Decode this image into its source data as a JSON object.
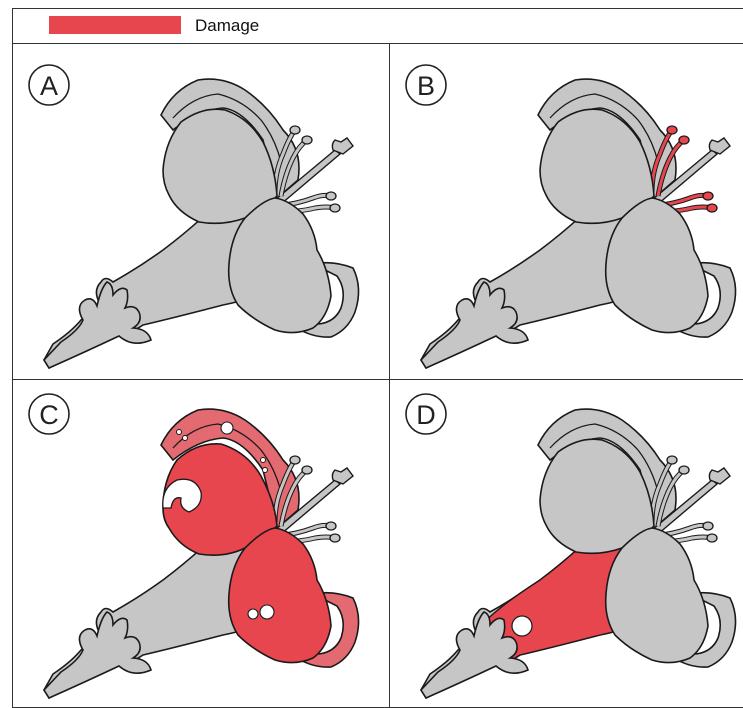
{
  "legend": {
    "label": "Damage",
    "swatch_color": "#e8464f"
  },
  "colors": {
    "petal": "#c6c6c6",
    "outline": "#1a1a1a",
    "damage": "#e8464f",
    "damage_light": "#e46a72"
  },
  "panels": [
    {
      "letter": "A",
      "damage": "none"
    },
    {
      "letter": "B",
      "damage": "stamens"
    },
    {
      "letter": "C",
      "damage": "petals"
    },
    {
      "letter": "D",
      "damage": "tube"
    }
  ]
}
